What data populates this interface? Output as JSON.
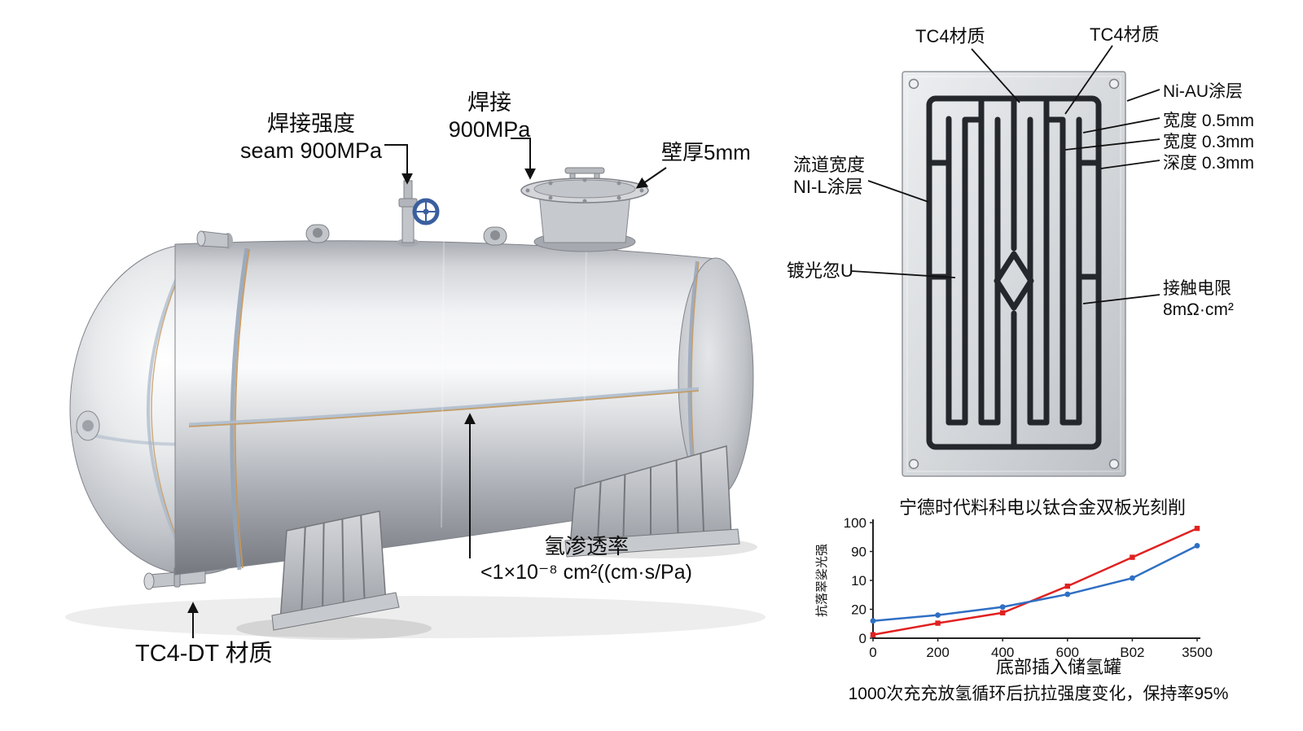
{
  "page": {
    "background": "#ffffff"
  },
  "tank": {
    "weld_strength": {
      "line1": "焊接强度",
      "line2": "seam 900MPa"
    },
    "weld": {
      "line1": "焊接",
      "line2": "900MPa"
    },
    "wall_thickness": "壁厚5mm",
    "permeation": {
      "line1": "氢渗透率",
      "line2": "<1×10⁻⁸ cm²((cm·s/Pa)"
    },
    "material": "TC4-DT 材质"
  },
  "plate": {
    "tc4_left": "TC4材质",
    "tc4_right": "TC4材质",
    "ni_au": "Ni-AU涂层",
    "width_05": "宽度 0.5mm",
    "width_03": "宽度 0.3mm",
    "depth_03": "深度 0.3mm",
    "channel": {
      "line1": "流道宽度",
      "line2": "NI-L涂层"
    },
    "plating": "镀光忽U",
    "contact": {
      "line1": "接触电限",
      "line2": "8mΩ·cm²"
    }
  },
  "chart_data": {
    "type": "line",
    "title": "宁德时代料科电以钛合金双板光刻削",
    "xlabel": "底部插入储氢罐",
    "ylabel": "抗落翠娑光强",
    "caption": "1000次充充放氢循环后抗拉强度变化，保持率95%",
    "x_tick_labels": [
      "0",
      "200",
      "400",
      "600",
      "B02",
      "3500"
    ],
    "y_tick_labels_top_to_bottom": [
      "100",
      "90",
      "10",
      "20",
      "0"
    ],
    "ylim": [
      0,
      100
    ],
    "grid": false,
    "legend": "none",
    "series": [
      {
        "name": "red-series",
        "color": "#e02121",
        "marker": "square",
        "values": [
          3,
          13,
          22,
          45,
          70,
          95
        ]
      },
      {
        "name": "blue-series",
        "color": "#2f6fc4",
        "marker": "circle",
        "values": [
          15,
          20,
          27,
          38,
          52,
          80
        ]
      }
    ]
  }
}
